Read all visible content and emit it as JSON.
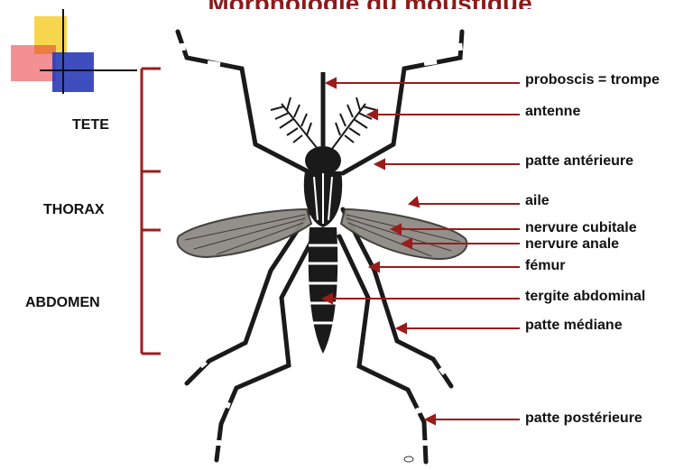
{
  "title": "Morphologie du moustique",
  "colors": {
    "bracket": "#a01c1c",
    "arrow": "#9b1b1b",
    "body": "#1a1a1a",
    "deco_yellow": "#f6d23a",
    "deco_red": "#e8343a",
    "deco_blue": "#2a3bb8"
  },
  "regions": [
    {
      "name": "tete",
      "label": "TETE"
    },
    {
      "name": "thorax",
      "label": "THORAX"
    },
    {
      "name": "abdomen",
      "label": "ABDOMEN"
    }
  ],
  "parts": [
    {
      "name": "proboscis",
      "label": "proboscis = trompe"
    },
    {
      "name": "antenne",
      "label": "antenne"
    },
    {
      "name": "patte-anterieure",
      "label": "patte antérieure"
    },
    {
      "name": "aile",
      "label": "aile"
    },
    {
      "name": "nervure-cubitale",
      "label": "nervure cubitale"
    },
    {
      "name": "nervure-anale",
      "label": "nervure anale"
    },
    {
      "name": "femur",
      "label": "fémur"
    },
    {
      "name": "tergite-abdominal",
      "label": "tergite abdominal"
    },
    {
      "name": "patte-mediane",
      "label": "patte médiane"
    },
    {
      "name": "patte-posterieure",
      "label": "patte postérieure"
    }
  ]
}
